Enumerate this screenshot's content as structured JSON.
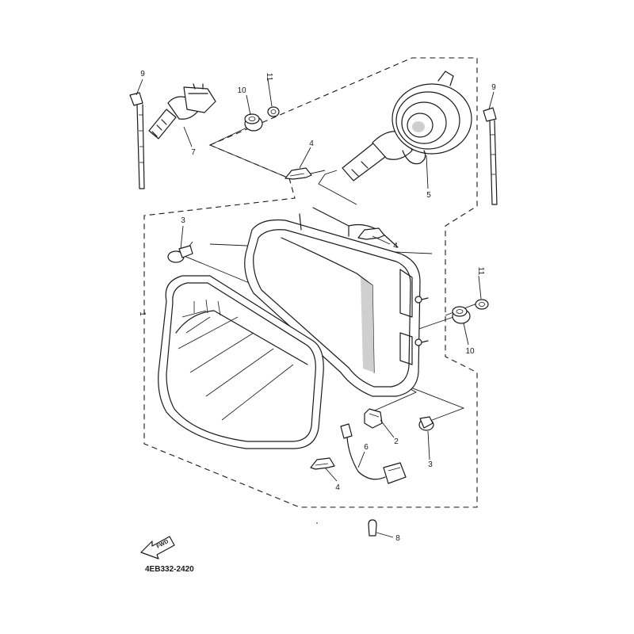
{
  "diagram": {
    "drawing_code": "4EB332-2420",
    "direction_label": "FWD",
    "callouts": {
      "c1": "1",
      "c2": "2",
      "c3a": "3",
      "c3b": "3",
      "c4a": "4",
      "c4b": "4",
      "c4c": "4",
      "c5": "5",
      "c6": "6",
      "c7": "7",
      "c8": "8",
      "c9a": "9",
      "c9b": "9",
      "c10a": "10",
      "c10b": "10",
      "c11a": "11",
      "c11b": "11"
    }
  }
}
